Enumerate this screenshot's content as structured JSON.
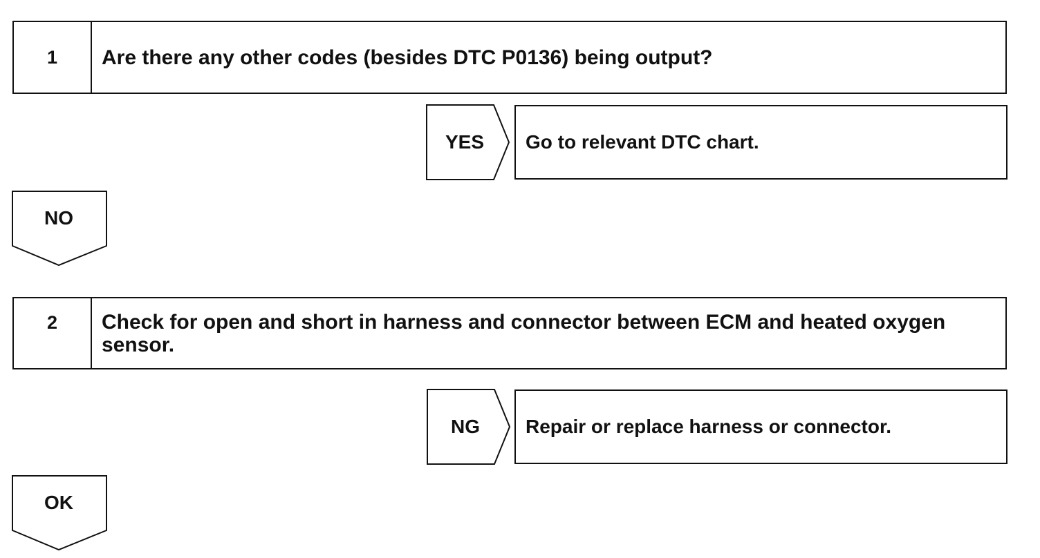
{
  "steps": [
    {
      "number": "1",
      "text": "Are there any other codes (besides DTC P0136) being output?"
    },
    {
      "number": "2",
      "text": "Check for open and short in harness and connector between ECM and heated oxygen sensor."
    }
  ],
  "branches": [
    {
      "label": "YES",
      "result": "Go to relevant DTC chart."
    },
    {
      "label": "NG",
      "result": "Repair or replace harness or connector."
    }
  ],
  "continuations": [
    "NO",
    "OK"
  ]
}
